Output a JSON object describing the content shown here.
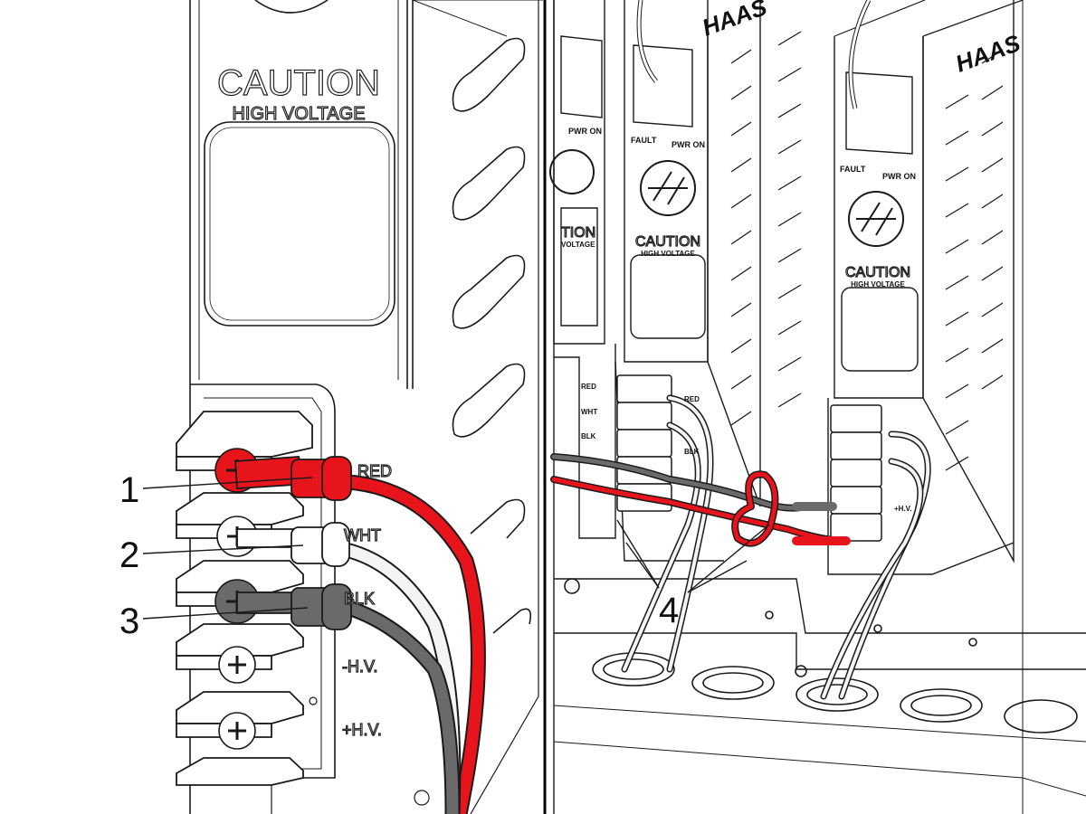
{
  "left_panel": {
    "caution_title": "CAUTION",
    "caution_subtitle": "HIGH VOLTAGE",
    "terminals": [
      "RED",
      "WHT",
      "BLK",
      "-H.V.",
      "+H.V."
    ]
  },
  "right_panel": {
    "brand": "HAAS",
    "indicators": {
      "fault": "FAULT",
      "power": "PWR ON"
    },
    "caution_title": "CAUTION",
    "caution_subtitle": "HIGH VOLTAGE",
    "partial_caution_title": "TION",
    "partial_caution_subtitle": "VOLTAGE",
    "terminals": [
      "RED",
      "WHT",
      "BLK",
      "+H.V."
    ]
  },
  "callouts": [
    "1",
    "2",
    "3",
    "4"
  ],
  "colors": {
    "wire_red": "#e8141c",
    "wire_white": "#f4f4f4",
    "wire_black": "#6a6a6a",
    "line": "#1a1a1a"
  }
}
